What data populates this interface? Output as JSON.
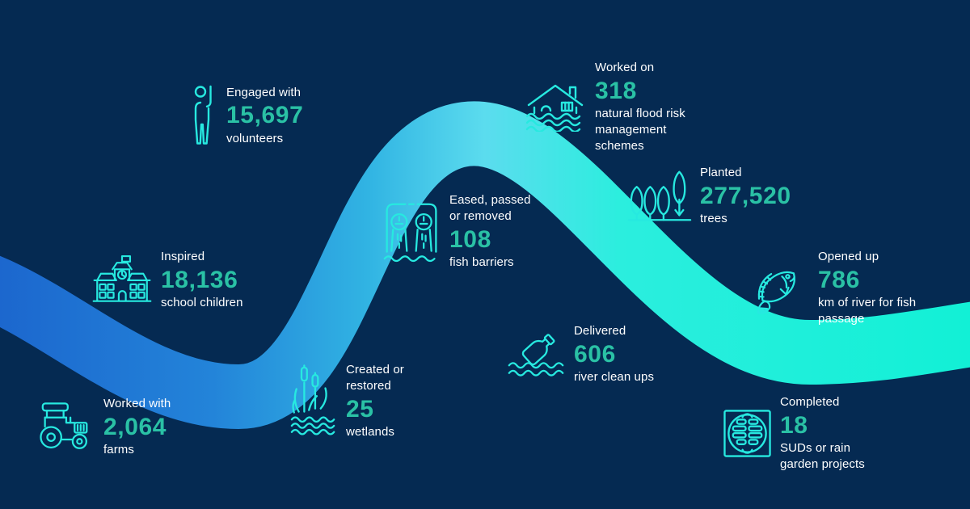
{
  "theme": {
    "background": "#052a52",
    "icon_color": "#27e9e0",
    "number_color": "#2ac1a5",
    "label_color": "#ffffff",
    "river_stops": [
      "#1c67ce",
      "#2384d9",
      "#31b4e3",
      "#5bdcee",
      "#2beede",
      "#12f0d6"
    ]
  },
  "chart_data": {
    "type": "table",
    "title": "",
    "categories": [
      "volunteers engaged",
      "natural flood risk management schemes worked on",
      "fish barriers eased, passed or removed",
      "trees planted",
      "school children inspired",
      "km of river opened for fish passage",
      "river clean ups delivered",
      "wetlands created or restored",
      "farms worked with",
      "SUDs or rain garden projects completed"
    ],
    "values": [
      15697,
      318,
      108,
      277520,
      18136,
      786,
      606,
      25,
      2064,
      18
    ]
  },
  "stats": [
    {
      "id": "volunteers",
      "prefix": "Engaged with",
      "value": "15,697",
      "suffix": "volunteers",
      "icon": "person-raised-arm-icon"
    },
    {
      "id": "flood-schemes",
      "prefix": "Worked on",
      "value": "318",
      "suffix": "natural flood risk management schemes",
      "icon": "house-flood-icon"
    },
    {
      "id": "fish-barriers",
      "prefix": "Eased, passed or removed",
      "value": "108",
      "suffix": "fish barriers",
      "icon": "fish-barrier-icon"
    },
    {
      "id": "trees",
      "prefix": "Planted",
      "value": "277,520",
      "suffix": "trees",
      "icon": "trees-icon"
    },
    {
      "id": "school-children",
      "prefix": "Inspired",
      "value": "18,136",
      "suffix": "school children",
      "icon": "school-icon"
    },
    {
      "id": "fish-passage",
      "prefix": "Opened up",
      "value": "786",
      "suffix": "km of river for fish passage",
      "icon": "fish-icon"
    },
    {
      "id": "river-clean-ups",
      "prefix": "Delivered",
      "value": "606",
      "suffix": "river clean ups",
      "icon": "bottle-in-water-icon"
    },
    {
      "id": "wetlands",
      "prefix": "Created or restored",
      "value": "25",
      "suffix": "wetlands",
      "icon": "wetland-reeds-icon"
    },
    {
      "id": "farms",
      "prefix": "Worked with",
      "value": "2,064",
      "suffix": "farms",
      "icon": "tractor-icon"
    },
    {
      "id": "suds",
      "prefix": "Completed",
      "value": "18",
      "suffix": "SUDs or rain garden projects",
      "icon": "drain-icon"
    }
  ]
}
